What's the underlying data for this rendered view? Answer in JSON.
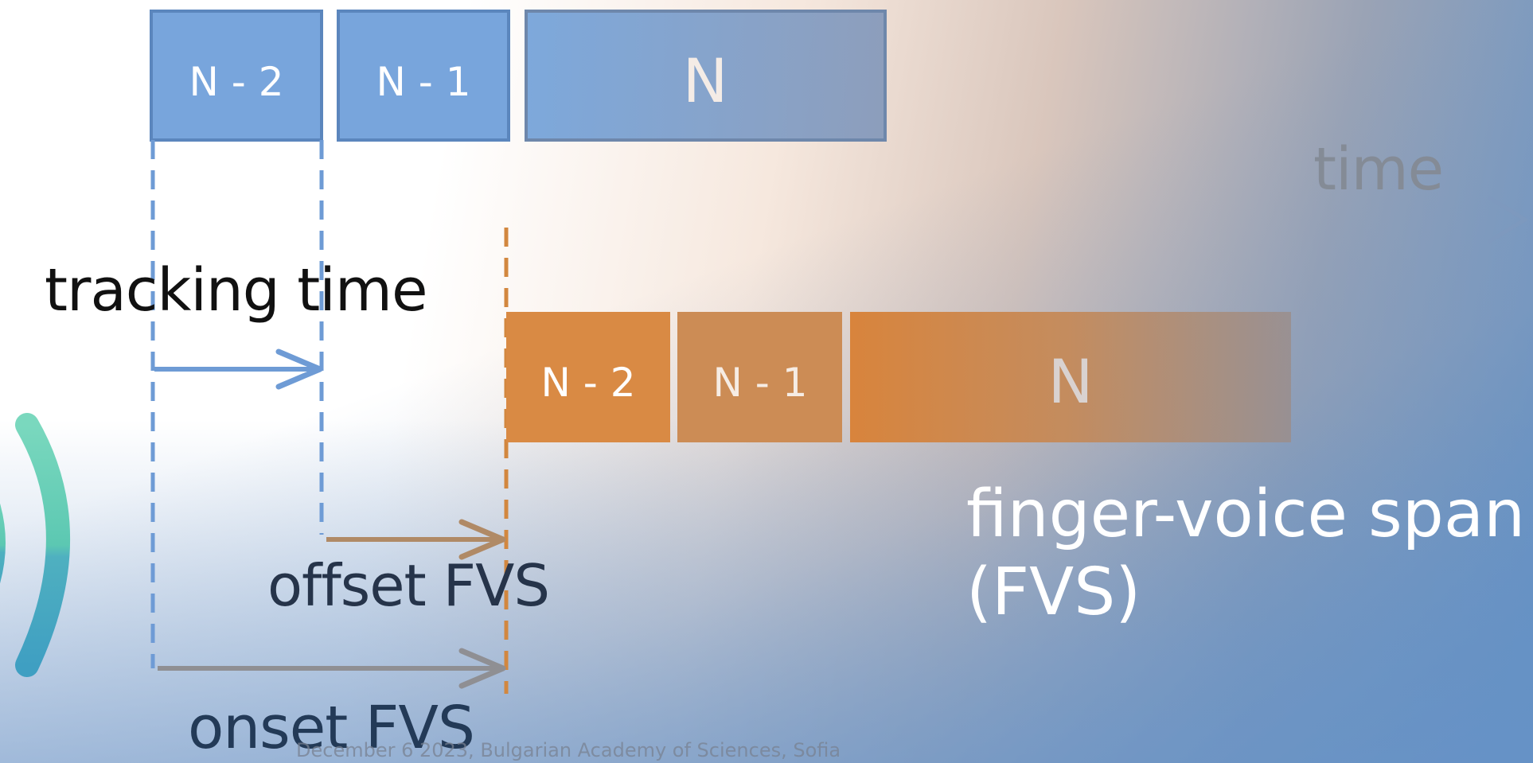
{
  "axis": {
    "label": "time"
  },
  "blue_blocks": [
    {
      "label": "N - 2"
    },
    {
      "label": "N - 1"
    },
    {
      "label": "N"
    }
  ],
  "orange_blocks": [
    {
      "label": "N - 2"
    },
    {
      "label": "N - 1"
    },
    {
      "label": "N"
    }
  ],
  "labels": {
    "tracking_time": "tracking time",
    "offset_fvs": "offset FVS",
    "onset_fvs": "onset FVS"
  },
  "title": {
    "text": "finger-voice span\n(FVS)"
  },
  "footer": {
    "text": "December 6 2023, Bulgarian Academy of Sciences, Sofia"
  },
  "colors": {
    "blue": "#6f9fd8",
    "orange": "#d9863f",
    "brown_arrow": "#b08a66",
    "teal_icon": "#5fc9b0"
  }
}
